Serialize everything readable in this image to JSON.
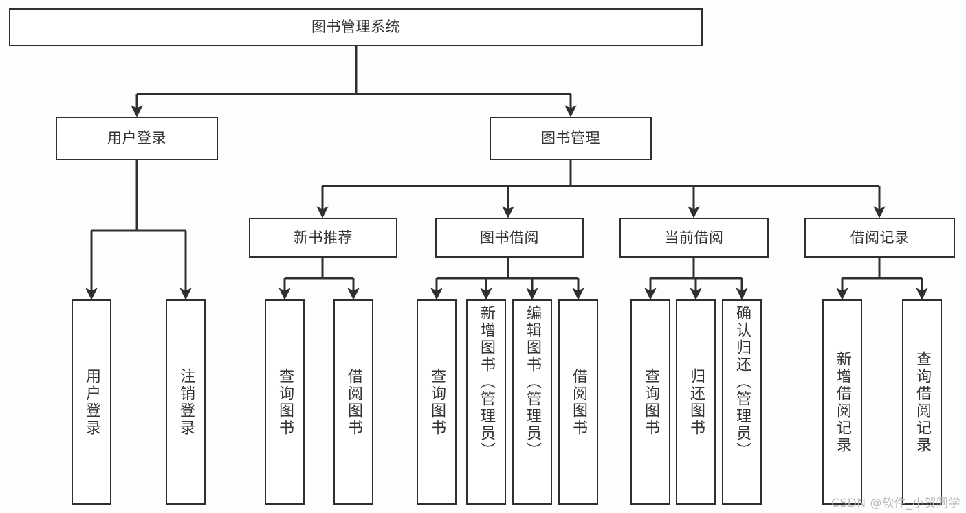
{
  "diagram": {
    "title": "图书管理系统",
    "watermark": "CSDN @软件_小贺同学",
    "colors": {
      "background": "#fdfdfd",
      "node_border": "#2f2f2f",
      "node_fill": "#ffffff",
      "text": "#333333",
      "edge": "#2f2f2f",
      "watermark": "#b9b9b9"
    },
    "nodes": {
      "root": {
        "label": "图书管理系统"
      },
      "level1": [
        {
          "label": "用户登录"
        },
        {
          "label": "图书管理"
        }
      ],
      "level2": [
        {
          "label": "新书推荐"
        },
        {
          "label": "图书借阅"
        },
        {
          "label": "当前借阅"
        },
        {
          "label": "借阅记录"
        }
      ],
      "leaves": {
        "user_login": [
          {
            "label": "用户登录"
          },
          {
            "label": "注销登录"
          }
        ],
        "new_book_recommend": [
          {
            "label": "查询图书"
          },
          {
            "label": "借阅图书"
          }
        ],
        "book_borrow": [
          {
            "label": "查询图书"
          },
          {
            "label": "新增图书（管理员）"
          },
          {
            "label": "编辑图书（管理员）"
          },
          {
            "label": "借阅图书"
          }
        ],
        "current_borrow": [
          {
            "label": "查询图书"
          },
          {
            "label": "归还图书"
          },
          {
            "label": "确认归还（管理员）"
          }
        ],
        "borrow_records": [
          {
            "label": "新增借阅记录"
          },
          {
            "label": "查询借阅记录"
          }
        ]
      }
    }
  }
}
